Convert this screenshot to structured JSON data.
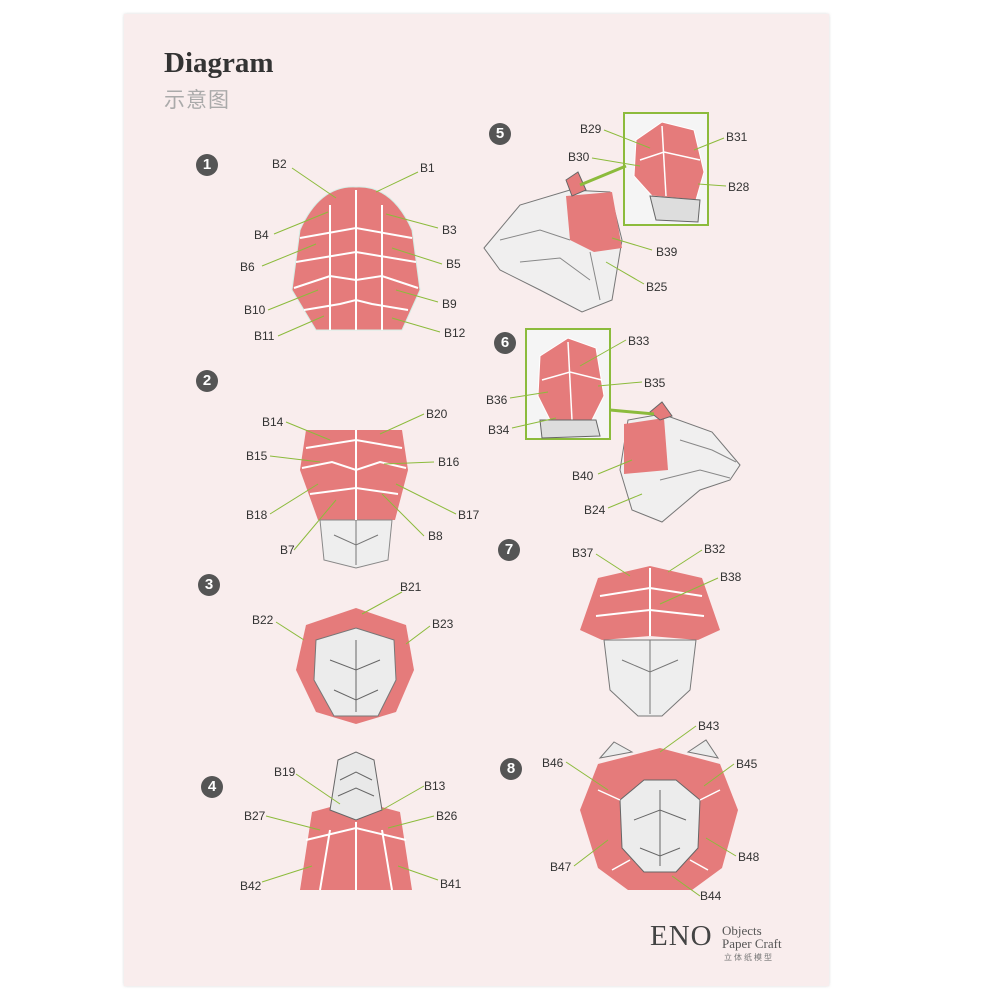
{
  "header": {
    "title": "Diagram",
    "subtitle": "示意图"
  },
  "steps": [
    "1",
    "2",
    "3",
    "4",
    "5",
    "6",
    "7",
    "8"
  ],
  "brand": {
    "main": "ENO",
    "line1": "Objects",
    "line2": "Paper Craft",
    "line3": "立体纸模型"
  },
  "colors": {
    "accent_red": "#e57b7b",
    "paper": "#f9eded",
    "leader_line": "#8cbb3c",
    "highlight_box": "#8cbb3c"
  },
  "labels": {
    "s1": [
      "B2",
      "B1",
      "B4",
      "B3",
      "B6",
      "B5",
      "B10",
      "B9",
      "B11",
      "B12"
    ],
    "s2": [
      "B14",
      "B20",
      "B15",
      "B16",
      "B18",
      "B17",
      "B7",
      "B8"
    ],
    "s3": [
      "B21",
      "B22",
      "B23"
    ],
    "s4": [
      "B19",
      "B13",
      "B27",
      "B26",
      "B42",
      "B41"
    ],
    "s5": [
      "B29",
      "B31",
      "B30",
      "B28",
      "B39",
      "B25"
    ],
    "s6": [
      "B33",
      "B35",
      "B36",
      "B34",
      "B40",
      "B24"
    ],
    "s7": [
      "B37",
      "B32",
      "B38"
    ],
    "s8": [
      "B43",
      "B46",
      "B45",
      "B47",
      "B48",
      "B44"
    ]
  }
}
